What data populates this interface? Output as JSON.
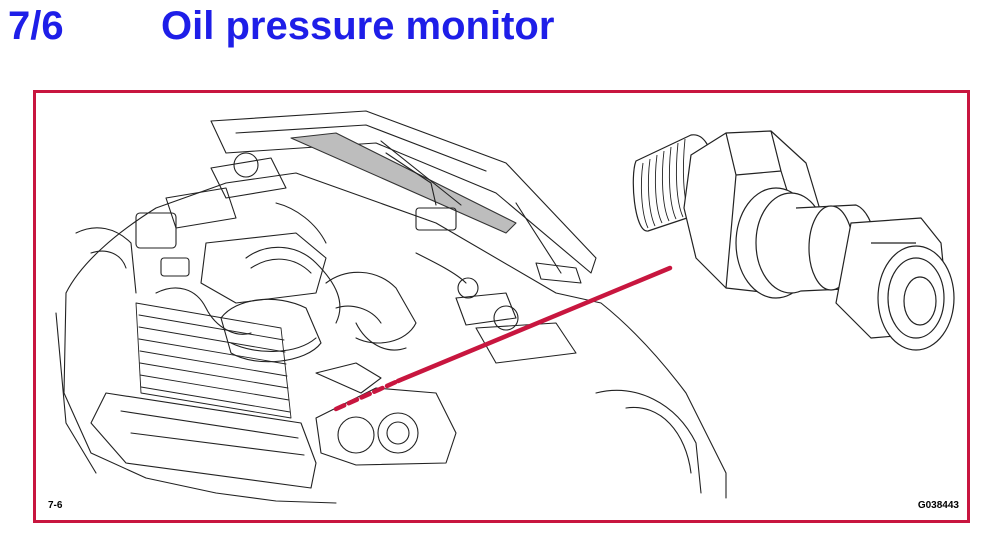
{
  "header": {
    "section_number": "7/6",
    "title": "Oil pressure monitor"
  },
  "figure": {
    "figure_number": "7-6",
    "image_code": "G038443"
  },
  "colors": {
    "title_blue": "#1e1ee8",
    "frame_red": "#c8163f"
  },
  "icons": [
    "engine-bay-illustration",
    "oil-pressure-sensor-illustration",
    "pointer-line"
  ]
}
